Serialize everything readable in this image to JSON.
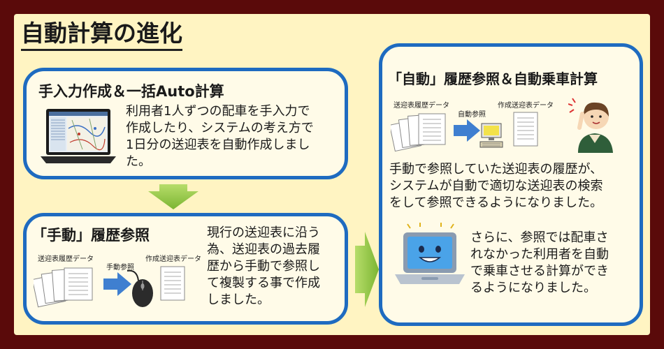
{
  "title": "自動計算の進化",
  "stage1": {
    "title": "手入力作成＆一括Auto計算",
    "lines": [
      "利用者1人ずつの配車を手入力で",
      "作成したり、システムの考え方で",
      "1日分の送迎表を自動作成しまし",
      "た。"
    ]
  },
  "stage2": {
    "title": "「手動」履歴参照",
    "label_history": "送迎表履歴データ",
    "label_action": "手動参照",
    "label_output": "作成送迎表データ",
    "lines": [
      "現行の送迎表に沿う",
      "為、送迎表の過去履",
      "歴から手動で参照し",
      "て複製する事で作成",
      "しました。"
    ]
  },
  "stage3": {
    "title": "「自動」履歴参照＆自動乗車計算",
    "label_history": "送迎表履歴データ",
    "label_action": "自動参照",
    "label_output": "作成送迎表データ",
    "lines1": [
      "手動で参照していた送迎表の履歴が、",
      "システムが自動で適切な送迎表の検索",
      "をして参照できるようになりました。"
    ],
    "lines2": [
      "さらに、参照では配車さ",
      "れなかった利用者を自動",
      "で乗車させる計算ができ",
      "るようになりました。"
    ]
  },
  "colors": {
    "border": "#1e6bc0",
    "arrow": "#8cc63f",
    "arrow_blue": "#3f7fd0",
    "background": "#fff4c2",
    "outer": "#5a0a0a"
  }
}
